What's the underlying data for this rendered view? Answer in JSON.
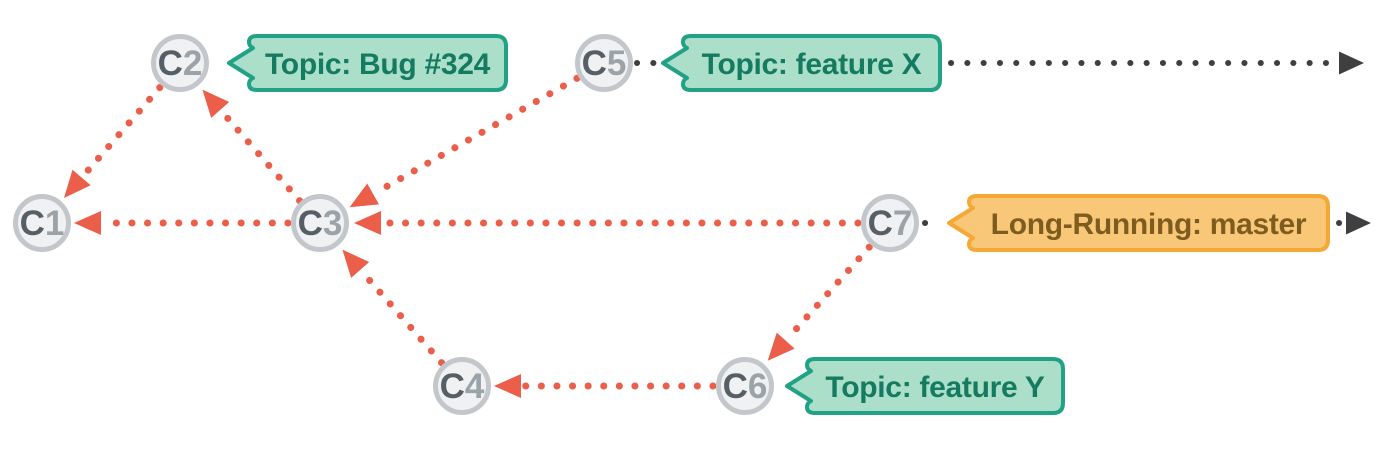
{
  "colors": {
    "background": "#FFFFFF",
    "edge-red": "#EB5E49",
    "timeline-dark": "#3F3F41",
    "node-fill": "#F0F1F2",
    "node-stroke": "#C3C7CB",
    "node-letter": "#575F66",
    "node-number": "#9BA2A8",
    "topic-fill": "#ABDFC9",
    "topic-stroke": "#21A286",
    "topic-text": "#147A60",
    "longrunning-fill": "#F8C777",
    "longrunning-stroke": "#F4A836",
    "longrunning-text": "#7E5C20"
  },
  "diagram": {
    "commits": [
      {
        "id": "C1",
        "letter": "C",
        "number": "1"
      },
      {
        "id": "C2",
        "letter": "C",
        "number": "2"
      },
      {
        "id": "C3",
        "letter": "C",
        "number": "3"
      },
      {
        "id": "C4",
        "letter": "C",
        "number": "4"
      },
      {
        "id": "C5",
        "letter": "C",
        "number": "5"
      },
      {
        "id": "C6",
        "letter": "C",
        "number": "6"
      },
      {
        "id": "C7",
        "letter": "C",
        "number": "7"
      }
    ],
    "labels": [
      {
        "id": "topic-bug-324",
        "text": "Topic: Bug #324",
        "kind": "topic",
        "attached_to": "C2"
      },
      {
        "id": "topic-feature-x",
        "text": "Topic: feature X",
        "kind": "topic",
        "attached_to": "C5"
      },
      {
        "id": "long-running-master",
        "text": "Long-Running: master",
        "kind": "long-running",
        "attached_to": "C7"
      },
      {
        "id": "topic-feature-y",
        "text": "Topic: feature Y",
        "kind": "topic",
        "attached_to": "C6"
      }
    ],
    "edges": [
      {
        "from": "C2",
        "to": "C1"
      },
      {
        "from": "C3",
        "to": "C2"
      },
      {
        "from": "C3",
        "to": "C1"
      },
      {
        "from": "C5",
        "to": "C3"
      },
      {
        "from": "C7",
        "to": "C3"
      },
      {
        "from": "C7",
        "to": "C6"
      },
      {
        "from": "C6",
        "to": "C4"
      },
      {
        "from": "C4",
        "to": "C3"
      }
    ],
    "timelines": [
      {
        "branch": "feature X",
        "direction": "right"
      },
      {
        "branch": "master",
        "direction": "right"
      }
    ]
  }
}
